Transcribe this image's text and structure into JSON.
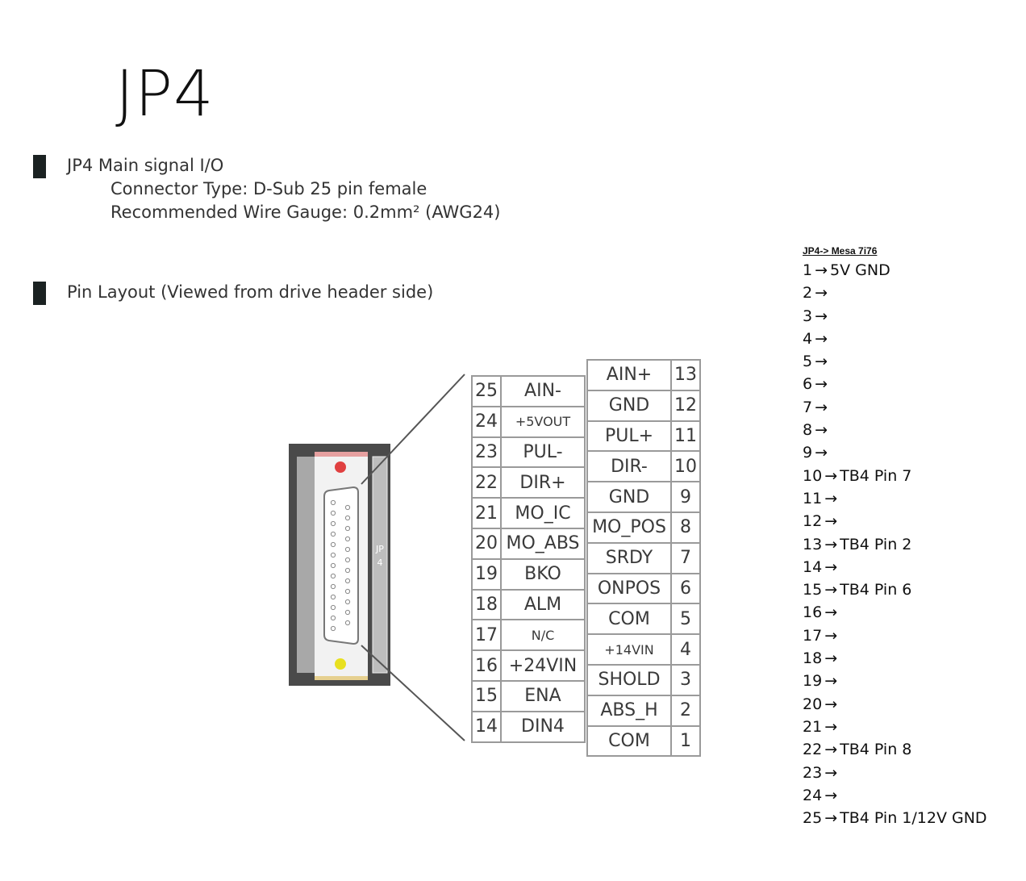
{
  "title": "JP4",
  "section1": {
    "heading": "JP4  Main signal I/O",
    "connector_type": "Connector Type: D-Sub 25 pin female",
    "wire_gauge": "Recommended Wire Gauge: 0.2mm² (AWG24)"
  },
  "section2": {
    "heading": "Pin Layout (Viewed from drive header side)"
  },
  "connector_label": "JP4",
  "left_pins": [
    {
      "pin": "25",
      "signal": "AIN-"
    },
    {
      "pin": "24",
      "signal": "+5VOUT"
    },
    {
      "pin": "23",
      "signal": "PUL-"
    },
    {
      "pin": "22",
      "signal": "DIR+"
    },
    {
      "pin": "21",
      "signal": "MO_IC"
    },
    {
      "pin": "20",
      "signal": "MO_ABS"
    },
    {
      "pin": "19",
      "signal": "BKO"
    },
    {
      "pin": "18",
      "signal": "ALM"
    },
    {
      "pin": "17",
      "signal": "N/C"
    },
    {
      "pin": "16",
      "signal": "+24VIN"
    },
    {
      "pin": "15",
      "signal": "ENA"
    },
    {
      "pin": "14",
      "signal": "DIN4"
    }
  ],
  "right_pins": [
    {
      "pin": "13",
      "signal": "AIN+"
    },
    {
      "pin": "12",
      "signal": "GND"
    },
    {
      "pin": "11",
      "signal": "PUL+"
    },
    {
      "pin": "10",
      "signal": "DIR-"
    },
    {
      "pin": "9",
      "signal": "GND"
    },
    {
      "pin": "8",
      "signal": "MO_POS"
    },
    {
      "pin": "7",
      "signal": "SRDY"
    },
    {
      "pin": "6",
      "signal": "ONPOS"
    },
    {
      "pin": "5",
      "signal": "COM"
    },
    {
      "pin": "4",
      "signal": "+14VIN"
    },
    {
      "pin": "3",
      "signal": "SHOLD"
    },
    {
      "pin": "2",
      "signal": "ABS_H"
    },
    {
      "pin": "1",
      "signal": "COM"
    }
  ],
  "mapping": {
    "heading": "JP4-> Mesa 7i76",
    "arrow": "→",
    "rows": [
      {
        "pin": "1",
        "target": "5V GND"
      },
      {
        "pin": "2",
        "target": ""
      },
      {
        "pin": "3",
        "target": ""
      },
      {
        "pin": "4",
        "target": ""
      },
      {
        "pin": "5",
        "target": ""
      },
      {
        "pin": "6",
        "target": ""
      },
      {
        "pin": "7",
        "target": ""
      },
      {
        "pin": "8",
        "target": ""
      },
      {
        "pin": "9",
        "target": ""
      },
      {
        "pin": "10",
        "target": "TB4 Pin 7"
      },
      {
        "pin": "11",
        "target": ""
      },
      {
        "pin": "12",
        "target": ""
      },
      {
        "pin": "13",
        "target": "TB4 Pin 2"
      },
      {
        "pin": "14",
        "target": ""
      },
      {
        "pin": "15",
        "target": "TB4 Pin 6"
      },
      {
        "pin": "16",
        "target": ""
      },
      {
        "pin": "17",
        "target": ""
      },
      {
        "pin": "18",
        "target": ""
      },
      {
        "pin": "19",
        "target": ""
      },
      {
        "pin": "20",
        "target": ""
      },
      {
        "pin": "21",
        "target": ""
      },
      {
        "pin": "22",
        "target": "TB4 Pin 8"
      },
      {
        "pin": "23",
        "target": ""
      },
      {
        "pin": "24",
        "target": ""
      },
      {
        "pin": "25",
        "target": "TB4 Pin 1/12V GND"
      }
    ]
  },
  "colors": {
    "bullet": "#1b2222",
    "housing_dark": "#4a4a4a",
    "housing_light": "#a8a8a8",
    "red_led": "#e04040",
    "yellow_led": "#e8e020"
  }
}
